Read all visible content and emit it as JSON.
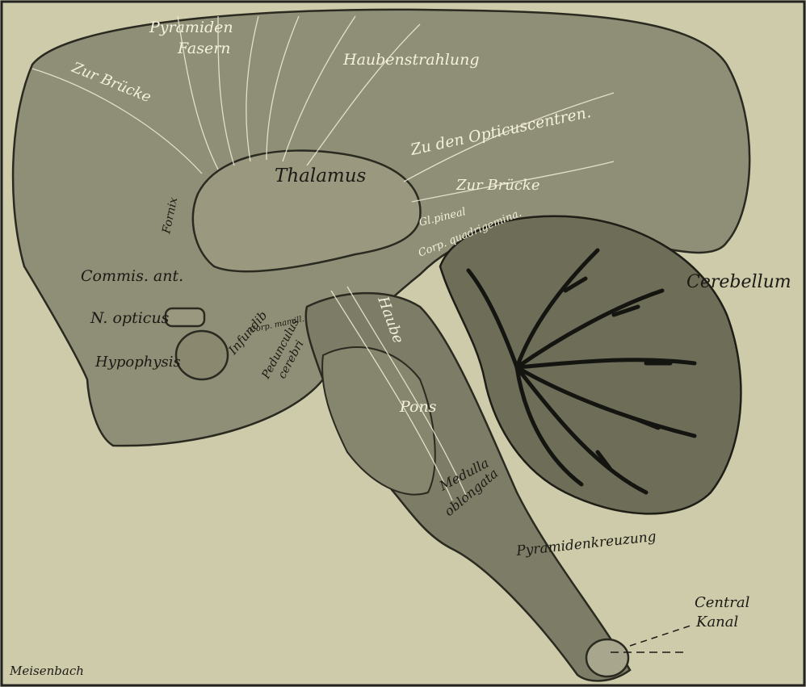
{
  "labels": {
    "pyramiden": "Pyramiden",
    "fasern": "Fasern",
    "haubenstrahlung": "Haubenstrahlung",
    "zur_bruecke_top": "Zur Brücke",
    "zu_den_opticuscentren": "Zu den Opticuscentren.",
    "zur_bruecke_mid": "Zur Brücke",
    "thalamus": "Thalamus",
    "fornix": "Fornix",
    "gl_pineal": "Gl.pineal",
    "corp_quadrigemina": "Corp. quadrigemina.",
    "commis_ant": "Commis. ant.",
    "cerebellum": "Cerebellum",
    "n_opticus": "N. opticus",
    "corp_mamill": "Corp. mamill.",
    "infundib": "Infundib",
    "haube": "Haube",
    "pedunculus": "Pedunculus",
    "cerebri": "cerebri",
    "hypophysis": "Hypophysis",
    "pons": "Pons",
    "medulla": "Medulla",
    "oblongata": "oblongata",
    "pyramidenkreuzung": "Pyramidenkreuzung",
    "central": "Central",
    "kanal": "Kanal",
    "signature": "Meisenbach"
  },
  "colors": {
    "background": "#cdcbaa",
    "tissue": "#8f8e76",
    "tissue_dark": "#6e6d58",
    "ink": "#1c1a14"
  }
}
